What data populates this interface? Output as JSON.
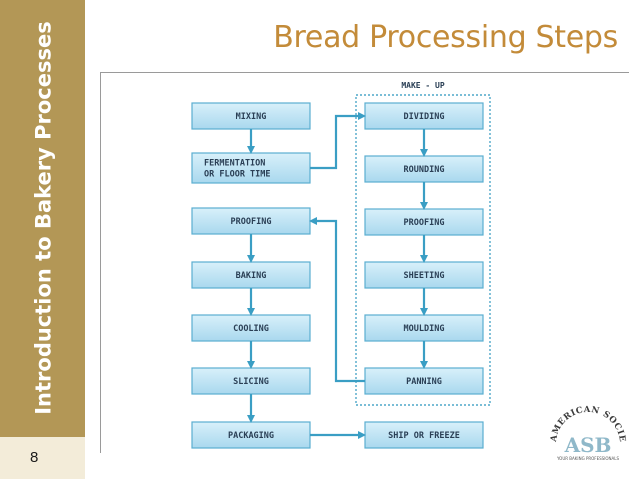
{
  "sidebar": {
    "vertical_title": "Introduction to Bakery Processes",
    "slide_number": "8"
  },
  "title": "Bread Processing Steps",
  "diagram": {
    "makeup_label": "MAKE - UP",
    "left_column": [
      "MIXING",
      [
        "FERMENTATION",
        "OR FLOOR TIME"
      ],
      "PROOFING",
      "BAKING",
      "COOLING",
      "SLICING",
      "PACKAGING"
    ],
    "right_column": [
      "DIVIDING",
      "ROUNDING",
      "PROOFING",
      "SHEETING",
      "MOULDING",
      "PANNING"
    ],
    "final_step": "SHIP OR FREEZE"
  },
  "logo": {
    "ring_text": "AMERICAN SOCIETY OF BAKING",
    "initials": "ASB",
    "tagline": "YOUR BAKING PROFESSIONALS"
  },
  "colors": {
    "sidebar": "#b39756",
    "title": "#c38b39",
    "box_fill": "#bfe3f3",
    "box_border": "#5aaed0",
    "arrow": "#3a9ec4"
  }
}
